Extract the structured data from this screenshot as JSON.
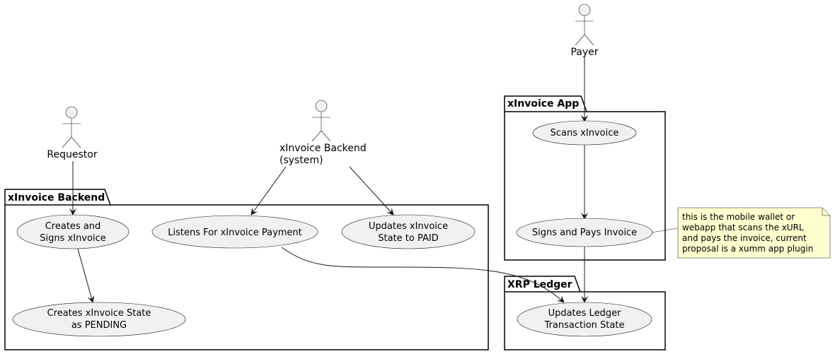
{
  "packages": {
    "backend": "xInvoice Backend",
    "app": "xInvoice App",
    "ledger": "XRP Ledger"
  },
  "actors": {
    "requestor": [
      "Requestor"
    ],
    "backend_system": [
      "xInvoice Backend",
      "(system)"
    ],
    "payer": [
      "Payer"
    ]
  },
  "usecases": {
    "creates_signs": [
      "Creates and",
      "Signs xInvoice"
    ],
    "creates_state": [
      "Creates xInvoice State",
      "as PENDING"
    ],
    "listens": [
      "Listens For xInvoice Payment"
    ],
    "updates_state": [
      "Updates xInvoice",
      "State to PAID"
    ],
    "scans": [
      "Scans xInvoice"
    ],
    "signs_pays": [
      "Signs and Pays Invoice"
    ],
    "updates_ledger": [
      "Updates Ledger",
      "Transaction State"
    ]
  },
  "note": [
    "this is the mobile wallet or",
    "webapp that scans the xURL",
    "and pays the invoice, current",
    "proposal is a xumm app plugin"
  ],
  "colors": {
    "usecase_fill": "#f1f1f1",
    "note_fill": "#fefece",
    "stroke": "#181818"
  }
}
